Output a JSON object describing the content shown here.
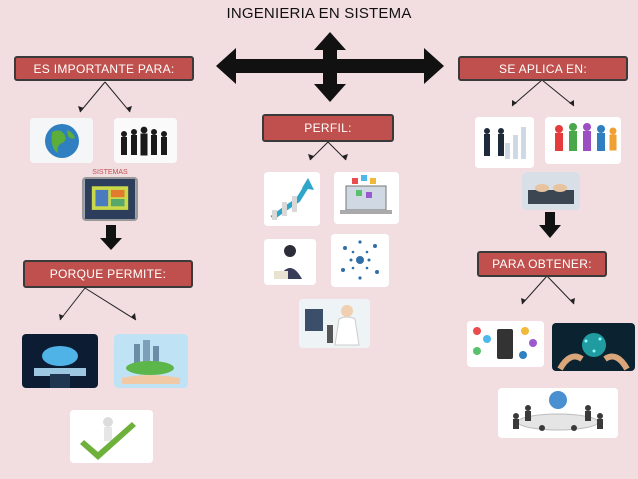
{
  "title": "INGENIERIA EN SISTEMA",
  "nodes": {
    "importante": "ES IMPORTANTE PARA:",
    "aplica": "SE APLICA EN:",
    "perfil": "PERFIL:",
    "permite": "PORQUE PERMITE:",
    "obtener": "PARA OBTENER:",
    "sistemas": "SISTEMAS"
  },
  "colors": {
    "box": "#c0504d",
    "background": "#f2dde1",
    "arrow": "#111111"
  },
  "icons": [
    "globe-icon",
    "business-people-icon",
    "systems-computer-icon",
    "cloud-hand-icon",
    "eco-city-hand-icon",
    "checkmark-figure-icon",
    "growth-arrow-icon",
    "laptop-apps-icon",
    "reading-person-icon",
    "network-icon",
    "microscope-icon",
    "handshake-chart-icon",
    "teamwork-puzzle-icon",
    "typing-hands-icon",
    "apps-devices-icon",
    "digital-hands-icon",
    "meeting-table-icon"
  ]
}
